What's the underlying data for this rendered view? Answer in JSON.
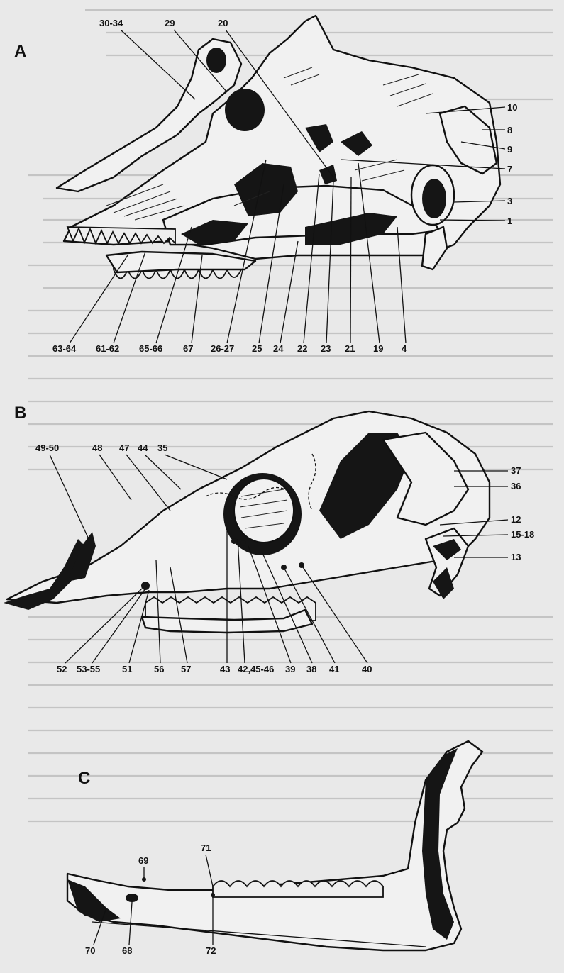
{
  "panels": [
    {
      "id": "A",
      "letter": "A",
      "labels": [
        "30-34",
        "29",
        "20",
        "10",
        "8",
        "9",
        "7",
        "3",
        "1",
        "63-64",
        "61-62",
        "65-66",
        "67",
        "26-27",
        "25",
        "24",
        "22",
        "23",
        "21",
        "19",
        "4"
      ]
    },
    {
      "id": "B",
      "letter": "B",
      "labels": [
        "49-50",
        "48",
        "47",
        "44",
        "35",
        "37",
        "36",
        "12",
        "15-18",
        "13",
        "52",
        "53-55",
        "51",
        "56",
        "57",
        "43",
        "42,45-46",
        "39",
        "38",
        "41",
        "40"
      ]
    },
    {
      "id": "C",
      "letter": "C",
      "labels": [
        "69",
        "71",
        "70",
        "68",
        "72"
      ]
    }
  ],
  "colors": {
    "paper": "#e9e9e9",
    "ink": "#111111",
    "shadow": "#151515"
  }
}
